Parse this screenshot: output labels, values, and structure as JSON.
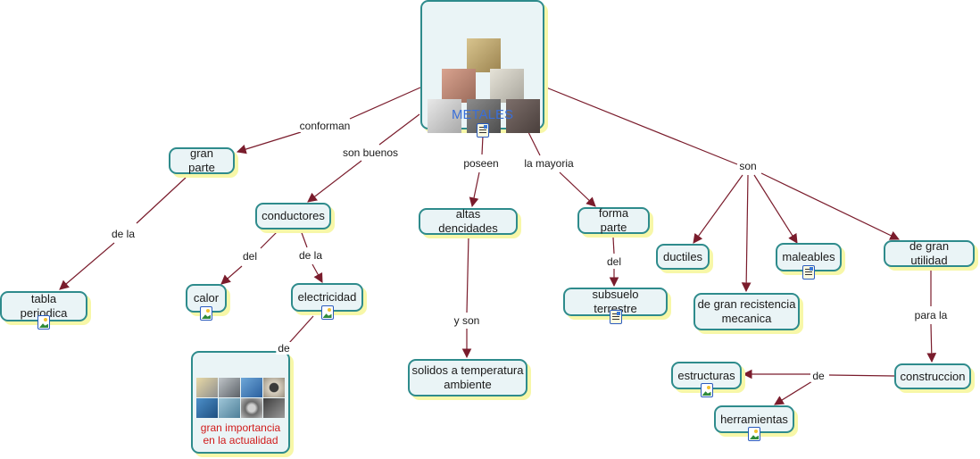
{
  "colors": {
    "node_fill": "#eaf4f6",
    "node_border": "#2e8b8c",
    "node_shadow": "#f7f7a8",
    "link": "#7a1c2c",
    "title_text": "#3a6fd8",
    "highlight_text": "#d11b1b"
  },
  "central": {
    "label": "METALES",
    "image": "metal-cubes-image",
    "resource_icon": "document-icon"
  },
  "nodes": {
    "gran_parte": {
      "label": "gran parte"
    },
    "tabla_periodica": {
      "label": "tabla periodica",
      "resource_icon": "image-icon"
    },
    "conductores": {
      "label": "conductores"
    },
    "calor": {
      "label": "calor",
      "resource_icon": "image-icon"
    },
    "electricidad": {
      "label": "electricidad",
      "resource_icon": "image-icon"
    },
    "gran_importancia": {
      "label_line1": "gran importancia",
      "label_line2": "en la actualidad",
      "image": "industry-collage-image"
    },
    "altas_dencidades": {
      "label": "altas dencidades"
    },
    "solidos": {
      "label_line1": "solidos a temperatura",
      "label_line2": "ambiente"
    },
    "forma_parte": {
      "label": "forma parte"
    },
    "subsuelo": {
      "label": "subsuelo terrestre",
      "resource_icon": "document-icon"
    },
    "ductiles": {
      "label": "ductiles"
    },
    "recistencia": {
      "label_line1": "de gran recistencia",
      "label_line2": "mecanica"
    },
    "maleables": {
      "label": "maleables",
      "resource_icon": "document-icon"
    },
    "utilidad": {
      "label": "de gran utilidad"
    },
    "construccion": {
      "label": "construccion"
    },
    "estructuras": {
      "label": "estructuras",
      "resource_icon": "image-icon"
    },
    "herramientas": {
      "label": "herramientas",
      "resource_icon": "image-icon"
    }
  },
  "link_labels": {
    "conforman": "conforman",
    "son_buenos": "son buenos",
    "poseen": "poseen",
    "la_mayoria": "la mayoria",
    "son": "son",
    "de_la_1": "de la",
    "del_1": "del",
    "de_la_2": "de la",
    "de_1": "de",
    "y_son": "y son",
    "del_2": "del",
    "para_la": "para la",
    "de_2": "de"
  }
}
